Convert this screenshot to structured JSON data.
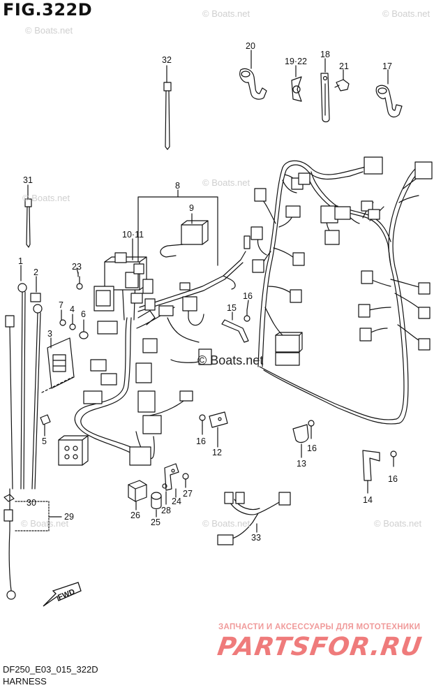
{
  "figure": {
    "title": "FIG.322D",
    "code": "DF250_E03_015_322D",
    "name": "HARNESS"
  },
  "watermarks": {
    "boats": "© Boats.net",
    "center": "© Boats.net",
    "ru_line": "ЗАПЧАСТИ И АКСЕССУАРЫ ДЛЯ МОТОТЕХНИКИ",
    "brand": "PARTSFOR.RU"
  },
  "direction_label": "FWD",
  "part_labels": {
    "p1": "1",
    "p2": "2",
    "p3": "3",
    "p4": "4",
    "p5": "5",
    "p6": "6",
    "p7": "7",
    "p8": "8",
    "p9": "9",
    "p10_11": "10·11",
    "p12": "12",
    "p13": "13",
    "p14": "14",
    "p15": "15",
    "p16a": "16",
    "p16b": "16",
    "p16c": "16",
    "p16d": "16",
    "p17": "17",
    "p18": "18",
    "p19_22": "19·22",
    "p20": "20",
    "p21": "21",
    "p23": "23",
    "p24": "24",
    "p25": "25",
    "p26": "26",
    "p27": "27",
    "p28": "28",
    "p29": "29",
    "p30": "30",
    "p31": "31",
    "p32": "32",
    "p33": "33"
  }
}
